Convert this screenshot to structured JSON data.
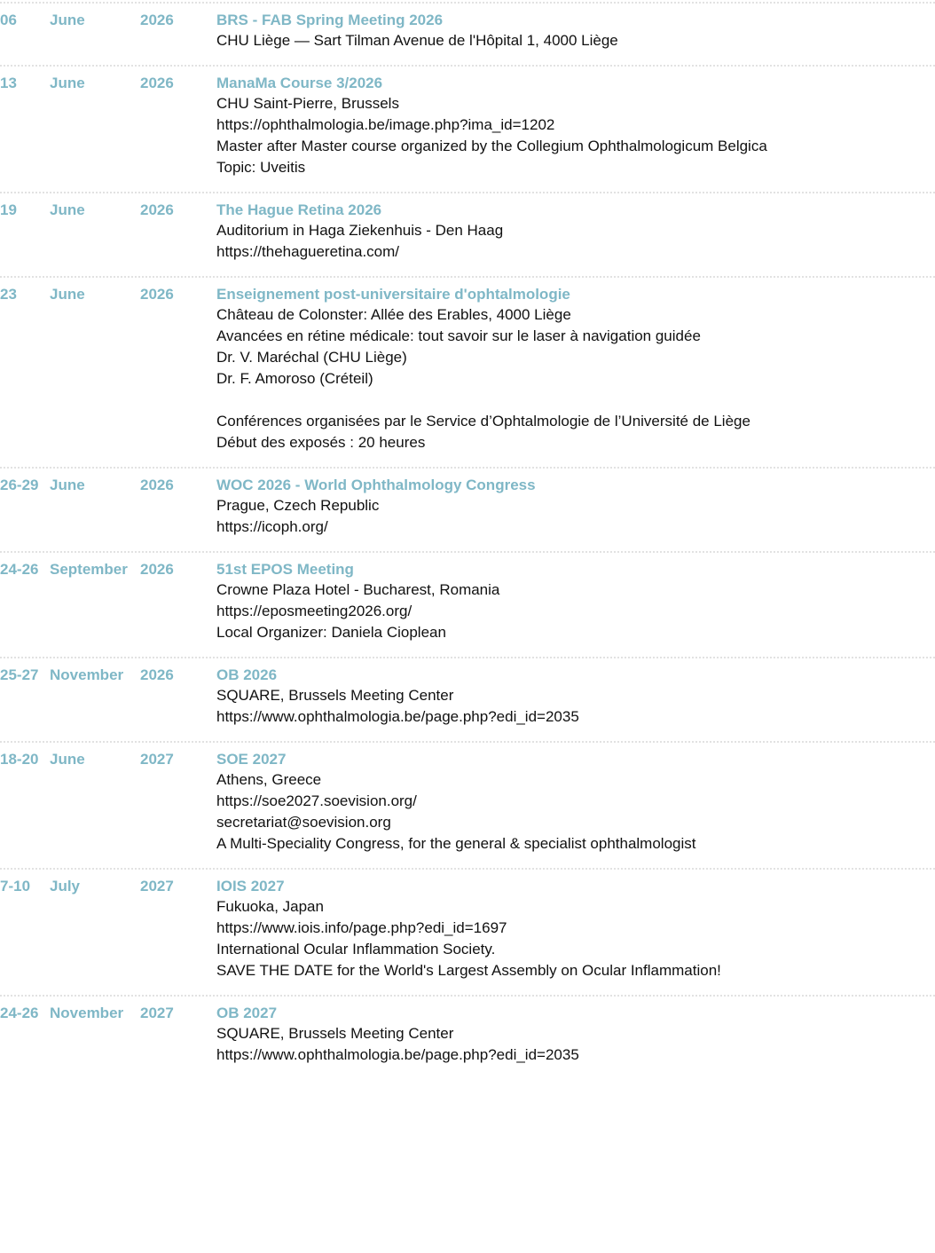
{
  "events": [
    {
      "day": "06",
      "month": "June",
      "year": "2026",
      "title": "BRS - FAB Spring Meeting 2026",
      "lines": [
        "CHU Liège — Sart Tilman Avenue de l'Hôpital 1, 4000 Liège"
      ]
    },
    {
      "day": "13",
      "month": "June",
      "year": "2026",
      "title": "ManaMa Course 3/2026",
      "lines": [
        "CHU Saint-Pierre, Brussels",
        "https://ophthalmologia.be/image.php?ima_id=1202",
        "Master after Master course organized by the Collegium Ophthalmologicum Belgica",
        "Topic: Uveitis"
      ]
    },
    {
      "day": "19",
      "month": "June",
      "year": "2026",
      "title": "The Hague Retina 2026",
      "lines": [
        "Auditorium in Haga Ziekenhuis - Den Haag",
        "https://thehagueretina.com/"
      ]
    },
    {
      "day": "23",
      "month": "June",
      "year": "2026",
      "title": "Enseignement post-universitaire d'ophtalmologie",
      "lines": [
        "Château de Colonster: Allée des Erables, 4000 Liège",
        "Avancées en rétine médicale: tout savoir sur le laser à navigation guidée",
        "Dr. V. Maréchal (CHU Liège)",
        "Dr. F. Amoroso (Créteil)",
        "",
        "Conférences organisées par le Service d’Ophtalmologie de l’Université de Liège",
        "Début des exposés : 20 heures"
      ]
    },
    {
      "day": "26-29",
      "month": "June",
      "year": "2026",
      "title": "WOC 2026 - World Ophthalmology Congress",
      "lines": [
        "Prague, Czech Republic",
        "https://icoph.org/"
      ]
    },
    {
      "day": "24-26",
      "month": "September",
      "year": "2026",
      "title": "51st EPOS Meeting",
      "lines": [
        "Crowne Plaza Hotel - Bucharest, Romania",
        "https://eposmeeting2026.org/",
        "Local Organizer: Daniela Cioplean"
      ]
    },
    {
      "day": "25-27",
      "month": "November",
      "year": "2026",
      "title": "OB 2026",
      "lines": [
        "SQUARE, Brussels Meeting Center",
        "https://www.ophthalmologia.be/page.php?edi_id=2035"
      ]
    },
    {
      "day": "18-20",
      "month": "June",
      "year": "2027",
      "title": "SOE 2027",
      "lines": [
        "Athens, Greece",
        "https://soe2027.soevision.org/",
        "secretariat@soevision.org",
        "A Multi-Speciality Congress, for the general & specialist ophthalmologist"
      ]
    },
    {
      "day": "7-10",
      "month": "July",
      "year": "2027",
      "title": "IOIS 2027",
      "lines": [
        "Fukuoka, Japan",
        "https://www.iois.info/page.php?edi_id=1697",
        "International Ocular Inflammation Society.",
        "SAVE THE DATE for the World's Largest Assembly on Ocular Inflammation!"
      ]
    },
    {
      "day": "24-26",
      "month": "November",
      "year": "2027",
      "title": "OB 2027",
      "lines": [
        "SQUARE, Brussels Meeting Center",
        "https://www.ophthalmologia.be/page.php?edi_id=2035"
      ]
    }
  ]
}
